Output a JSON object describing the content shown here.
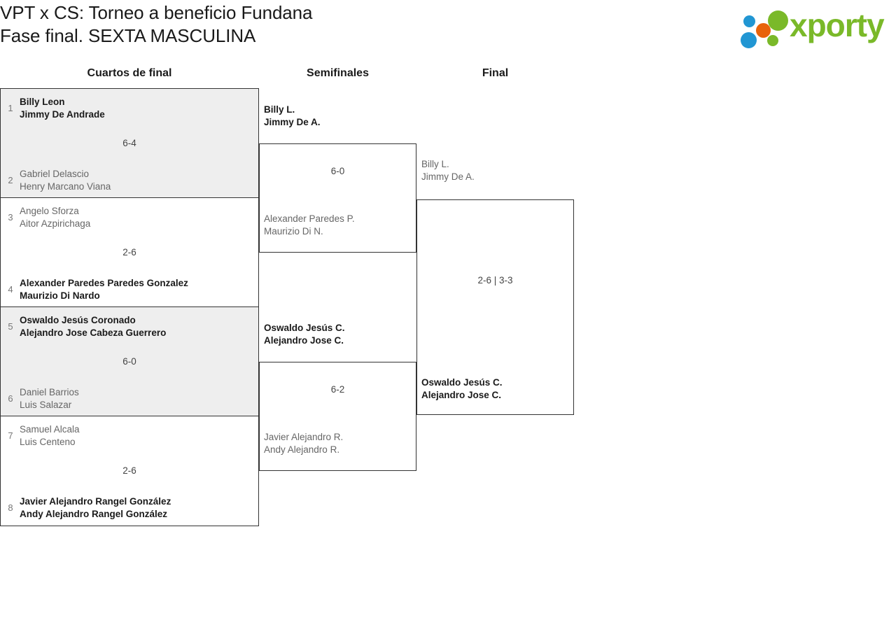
{
  "header": {
    "title": "VPT x CS: Torneo a beneficio Fundana\nFase final. SEXTA MASCULINA",
    "logo": {
      "wordmark": "xporty",
      "colors": {
        "green": "#7ab929",
        "blue": "#2196d3",
        "orange": "#e8630a"
      }
    }
  },
  "bracket": {
    "rounds": [
      {
        "label": "Cuartos de final"
      },
      {
        "label": "Semifinales"
      },
      {
        "label": "Final"
      }
    ],
    "quarterfinals": [
      {
        "shaded": true,
        "score": "6-4",
        "top": {
          "seed": "1",
          "names": "Billy Leon\nJimmy De Andrade",
          "result": "win"
        },
        "bottom": {
          "seed": "2",
          "names": "Gabriel Delascio\nHenry Marcano Viana",
          "result": "lose"
        }
      },
      {
        "shaded": false,
        "score": "2-6",
        "top": {
          "seed": "3",
          "names": "Angelo Sforza\nAitor Azpirichaga",
          "result": "lose"
        },
        "bottom": {
          "seed": "4",
          "names": "Alexander Paredes Paredes Gonzalez\nMaurizio Di Nardo",
          "result": "win"
        }
      },
      {
        "shaded": true,
        "score": "6-0",
        "top": {
          "seed": "5",
          "names": "Oswaldo Jesús Coronado\nAlejandro Jose Cabeza Guerrero",
          "result": "win"
        },
        "bottom": {
          "seed": "6",
          "names": "Daniel Barrios\nLuis Salazar",
          "result": "lose"
        }
      },
      {
        "shaded": false,
        "score": "2-6",
        "top": {
          "seed": "7",
          "names": "Samuel Alcala\nLuis Centeno",
          "result": "lose"
        },
        "bottom": {
          "seed": "8",
          "names": "Javier Alejandro Rangel González\nAndy Alejandro Rangel González",
          "result": "win"
        }
      }
    ],
    "semifinals": [
      {
        "score": "6-0",
        "top": {
          "names": "Billy L.\nJimmy De A.",
          "result": "win"
        },
        "bottom": {
          "names": "Alexander Paredes P.\nMaurizio Di N.",
          "result": "lose"
        }
      },
      {
        "score": "6-2",
        "top": {
          "names": "Oswaldo Jesús C.\nAlejandro Jose C.",
          "result": "win"
        },
        "bottom": {
          "names": "Javier Alejandro R.\nAndy Alejandro R.",
          "result": "lose"
        }
      }
    ],
    "final": {
      "score": "2-6 | 3-3",
      "top": {
        "names": "Billy L.\nJimmy De A.",
        "result": "lose"
      },
      "bottom": {
        "names": "Oswaldo Jesús C.\nAlejandro Jose C.",
        "result": "win"
      }
    }
  }
}
